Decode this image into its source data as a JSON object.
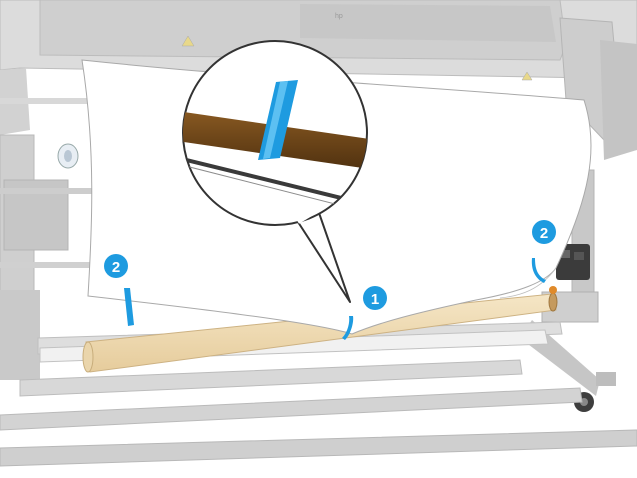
{
  "printer": {
    "brand_mark": "hp"
  },
  "steps": [
    {
      "id": "tape-center",
      "number": "1"
    },
    {
      "id": "tape-left",
      "number": "2"
    },
    {
      "id": "tape-right",
      "number": "2"
    }
  ],
  "colors": {
    "tape": "#1e9be0",
    "step_badge": "#1e9be0",
    "core": "#f0dcb4",
    "printer_body": "#d6d6d6",
    "paper": "#ffffff"
  }
}
